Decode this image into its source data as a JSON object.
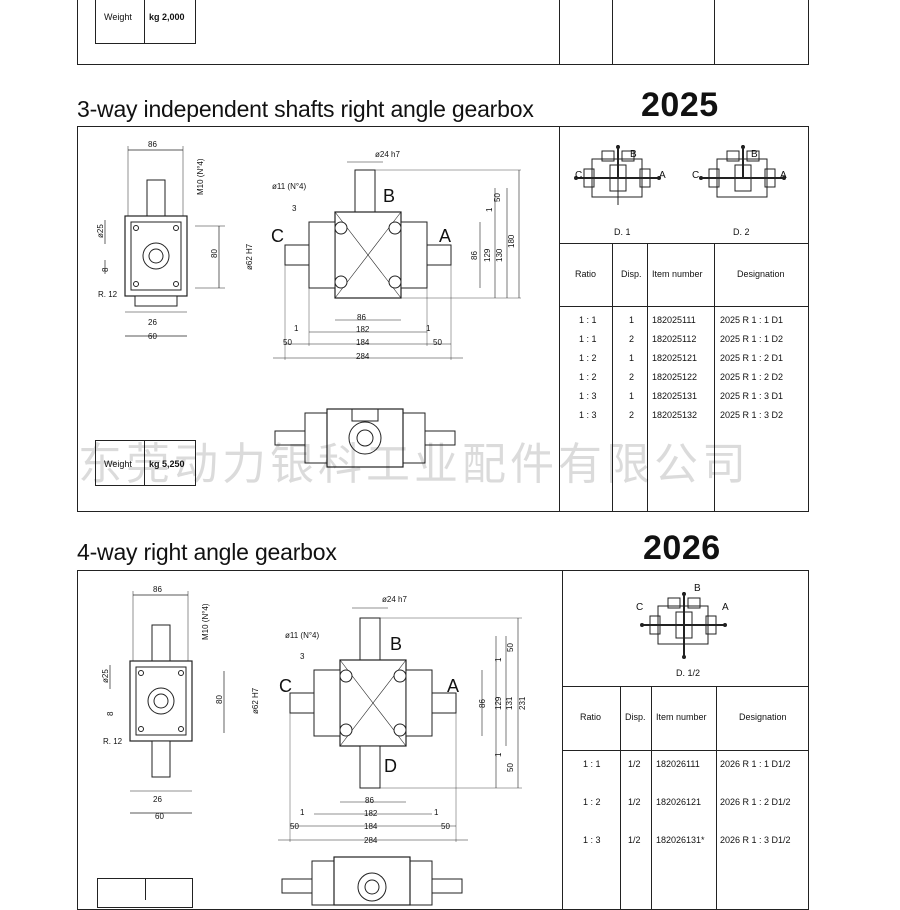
{
  "top_section": {
    "weight_label": "Weight",
    "weight_value": "kg 2,000"
  },
  "section_2025": {
    "title": "3-way independent shafts right angle gearbox",
    "model": "2025",
    "dims": {
      "d86": "86",
      "d24": "ø24  h7",
      "d11": "ø11 (N°4)",
      "d3": "3",
      "m10": "M10 (N°4)",
      "d25": "ø25",
      "d8": "8",
      "r12": "R. 12",
      "d26": "26",
      "d60": "60",
      "d62": "ø62  H7",
      "d80": "80",
      "h50": "50",
      "h1": "1",
      "h86": "86",
      "h129": "129",
      "h130": "130",
      "h180": "180",
      "b86": "86",
      "b182": "182",
      "b184": "184",
      "b284": "284",
      "b1a": "1",
      "b1b": "1",
      "b50a": "50",
      "b50b": "50"
    },
    "labels": {
      "A": "A",
      "B": "B",
      "C": "C"
    },
    "weight_label": "Weight",
    "weight_value": "kg 5,250",
    "disp_labels": [
      "D. 1",
      "D. 2"
    ],
    "headers": {
      "ratio": "Ratio",
      "disp": "Disp.",
      "item": "Item number",
      "designation": "Designation"
    },
    "rows": [
      {
        "ratio": "1 : 1",
        "disp": "1",
        "item": "182025111",
        "designation": "2025 R 1 : 1 D1"
      },
      {
        "ratio": "1 : 1",
        "disp": "2",
        "item": "182025112",
        "designation": "2025 R 1 : 1 D2"
      },
      {
        "ratio": "1 : 2",
        "disp": "1",
        "item": "182025121",
        "designation": "2025 R 1 : 2 D1"
      },
      {
        "ratio": "1 : 2",
        "disp": "2",
        "item": "182025122",
        "designation": "2025 R 1 : 2 D2"
      },
      {
        "ratio": "1 : 3",
        "disp": "1",
        "item": "182025131",
        "designation": "2025 R 1 : 3 D1"
      },
      {
        "ratio": "1 : 3",
        "disp": "2",
        "item": "182025132",
        "designation": "2025 R 1 : 3 D2"
      }
    ]
  },
  "section_2026": {
    "title": "4-way right angle gearbox",
    "model": "2026",
    "dims": {
      "d86": "86",
      "d24": "ø24  h7",
      "d11": "ø11 (N°4)",
      "d3": "3",
      "m10": "M10 (N°4)",
      "d25": "ø25",
      "d8": "8",
      "r12": "R. 12",
      "d26": "26",
      "d60": "60",
      "d62": "ø62  H7",
      "d80": "80",
      "h50a": "50",
      "h1a": "1",
      "h86": "86",
      "h129": "129",
      "h131": "131",
      "h231": "231",
      "h1b": "1",
      "h50b": "50",
      "b86": "86",
      "b182": "182",
      "b184": "184",
      "b284": "284",
      "b1a": "1",
      "b1b": "1",
      "b50a": "50",
      "b50b": "50"
    },
    "labels": {
      "A": "A",
      "B": "B",
      "C": "C",
      "D": "D"
    },
    "disp_label": "D. 1/2",
    "headers": {
      "ratio": "Ratio",
      "disp": "Disp.",
      "item": "Item number",
      "designation": "Designation"
    },
    "rows": [
      {
        "ratio": "1 : 1",
        "disp": "1/2",
        "item": "182026111",
        "designation": "2026 R 1 : 1 D1/2"
      },
      {
        "ratio": "1 : 2",
        "disp": "1/2",
        "item": "182026121",
        "designation": "2026 R 1 : 2 D1/2"
      },
      {
        "ratio": "1 : 3",
        "disp": "1/2",
        "item": "182026131*",
        "designation": "2026 R 1 : 3 D1/2"
      }
    ]
  },
  "watermark": "东莞动力银科工业配件有限公司"
}
